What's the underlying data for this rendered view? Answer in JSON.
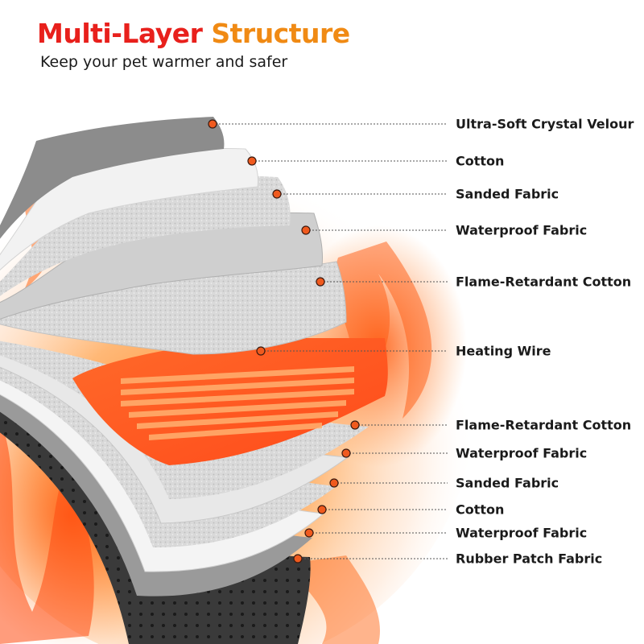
{
  "header": {
    "title_part1": "Multi-Layer",
    "title_part2": "Structure",
    "subtitle": "Keep your pet warmer and safer"
  },
  "colors": {
    "title_red": "#e8201c",
    "title_orange": "#f08a14",
    "marker": "#f05a1e",
    "heating_pad": "#ff5a24"
  },
  "layers": [
    {
      "label": "Ultra-Soft Crystal Velour"
    },
    {
      "label": "Cotton"
    },
    {
      "label": "Sanded Fabric"
    },
    {
      "label": "Waterproof Fabric"
    },
    {
      "label": "Flame-Retardant Cotton"
    },
    {
      "label": "Heating Wire"
    },
    {
      "label": "Flame-Retardant Cotton"
    },
    {
      "label": "Waterproof Fabric"
    },
    {
      "label": "Sanded Fabric"
    },
    {
      "label": "Cotton"
    },
    {
      "label": "Waterproof Fabric"
    },
    {
      "label": "Rubber Patch Fabric"
    }
  ]
}
